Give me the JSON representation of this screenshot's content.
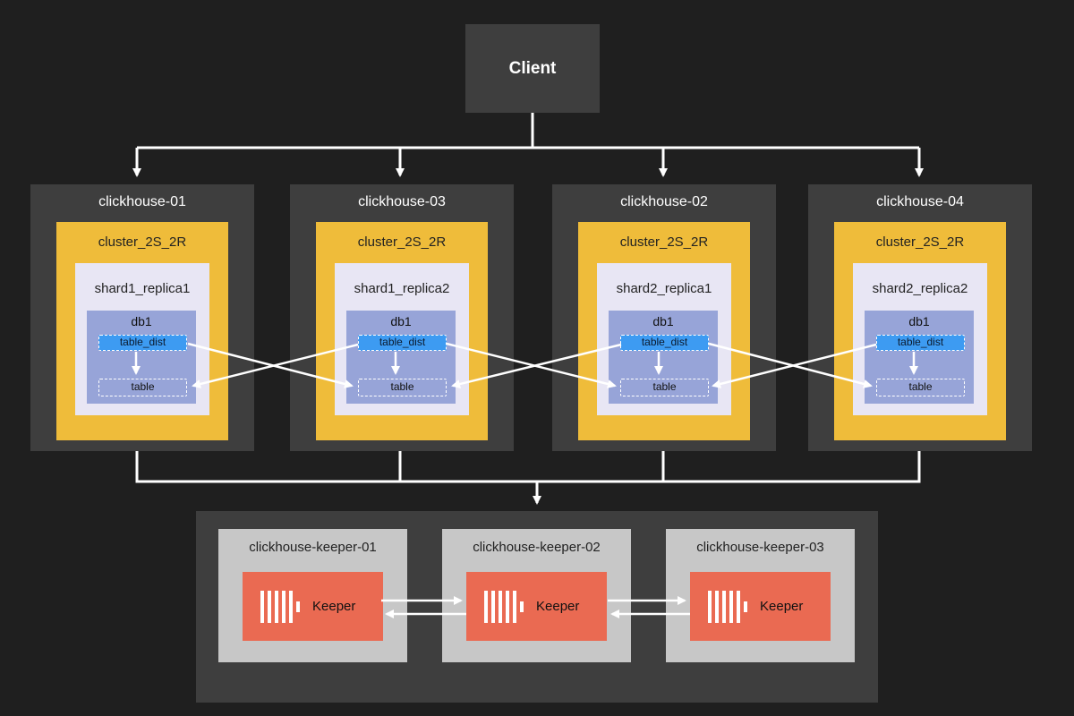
{
  "client": {
    "label": "Client"
  },
  "hosts": [
    {
      "name": "clickhouse-01",
      "cluster": "cluster_2S_2R",
      "shard": "shard1_replica1",
      "db": "db1",
      "dist_table": "table_dist",
      "table": "table"
    },
    {
      "name": "clickhouse-03",
      "cluster": "cluster_2S_2R",
      "shard": "shard1_replica2",
      "db": "db1",
      "dist_table": "table_dist",
      "table": "table"
    },
    {
      "name": "clickhouse-02",
      "cluster": "cluster_2S_2R",
      "shard": "shard2_replica1",
      "db": "db1",
      "dist_table": "table_dist",
      "table": "table"
    },
    {
      "name": "clickhouse-04",
      "cluster": "cluster_2S_2R",
      "shard": "shard2_replica2",
      "db": "db1",
      "dist_table": "table_dist",
      "table": "table"
    }
  ],
  "keepers": [
    {
      "name": "clickhouse-keeper-01",
      "label": "Keeper"
    },
    {
      "name": "clickhouse-keeper-02",
      "label": "Keeper"
    },
    {
      "name": "clickhouse-keeper-03",
      "label": "Keeper"
    }
  ],
  "icons": {
    "keeper": "keeper-bars-icon"
  },
  "colors": {
    "background": "#1f1f1f",
    "host": "#3e3e3e",
    "cluster": "#efbc3a",
    "shard": "#e8e6f4",
    "db": "#97a4d8",
    "table_dist": "#3d9bf2",
    "keeper": "#ea6a52",
    "keeper_box": "#c7c7c7"
  }
}
